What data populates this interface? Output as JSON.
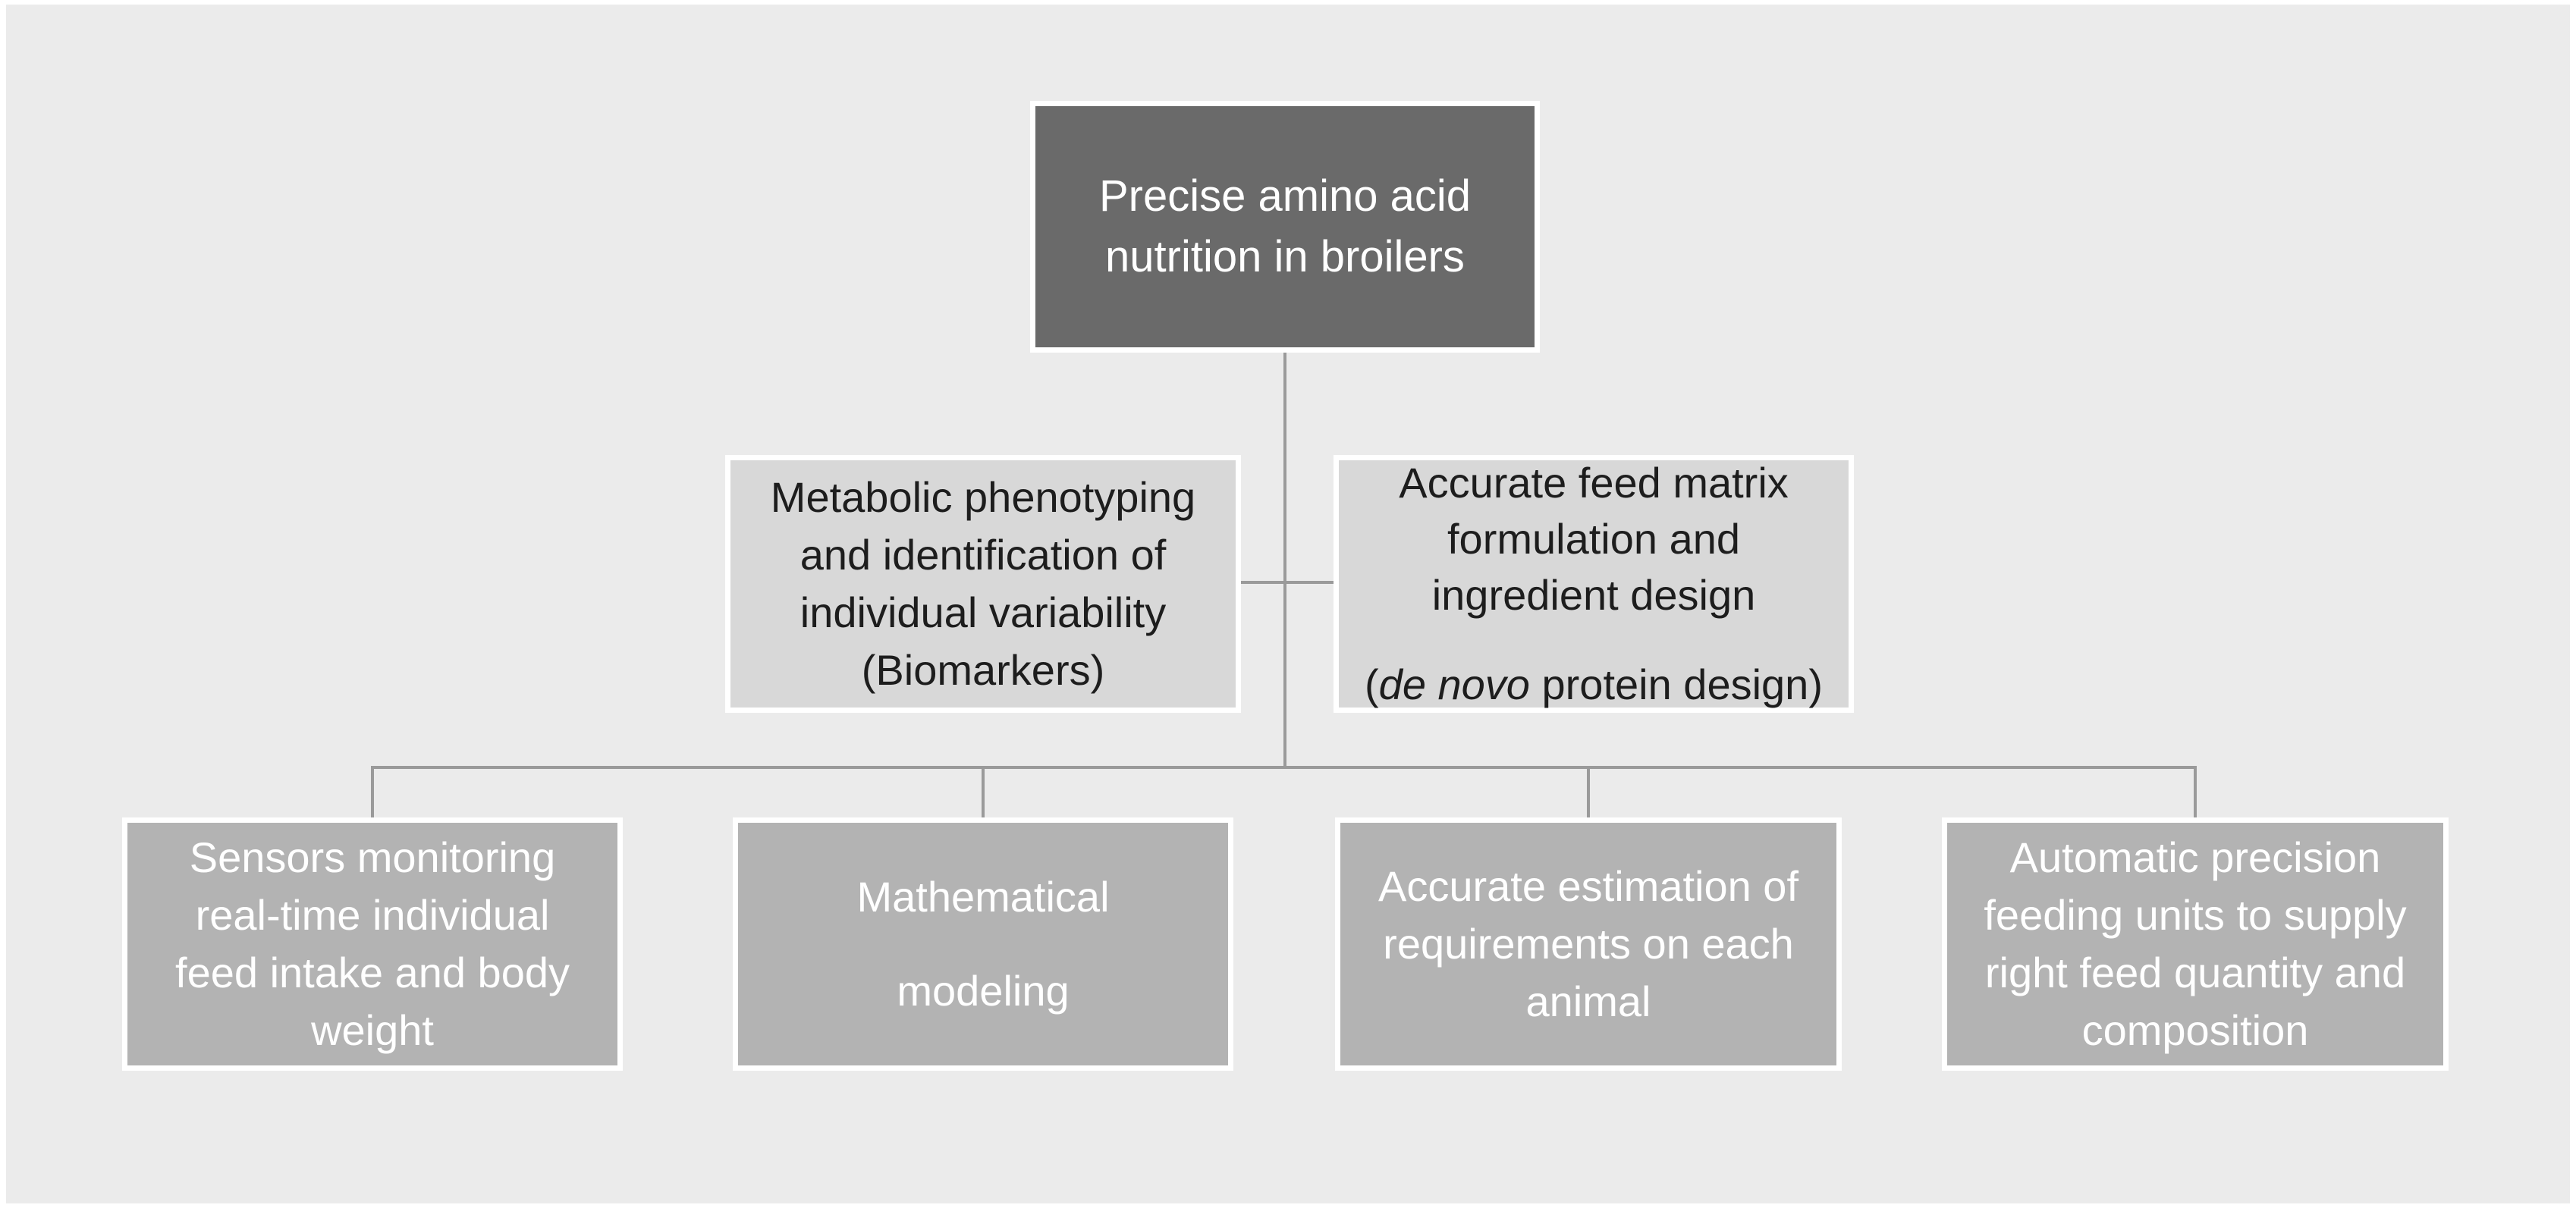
{
  "figure": {
    "background_color": "#ebebeb",
    "connector_color": "#9a9a9a",
    "root": {
      "label": "Precise amino acid nutrition in broilers",
      "bg": "#6a6a6a",
      "text_color": "#ffffff",
      "lines": [
        "Precise amino acid",
        "nutrition in broilers"
      ]
    },
    "level2": {
      "left": {
        "label": "Metabolic phenotyping and identification of individual variability (Biomarkers)",
        "bg": "#d8d8d8",
        "text_color": "#1d1d1d",
        "lines": [
          "Metabolic phenotyping",
          "and identification of",
          "individual variability",
          "(Biomarkers)"
        ]
      },
      "right": {
        "label": "Accurate feed matrix formulation and ingredient design (de novo protein design)",
        "bg": "#d8d8d8",
        "text_color": "#1d1d1d",
        "lines": [
          "Accurate feed matrix",
          "formulation and",
          "ingredient design"
        ],
        "last_line": {
          "prefix": "(",
          "italic": "de novo",
          "suffix": " protein design)"
        }
      }
    },
    "level3_bg": "#b3b3b3",
    "level3_text_color": "#ffffff",
    "level3": [
      {
        "label": "Sensors monitoring real-time individual feed intake and body weight",
        "lines": [
          "Sensors monitoring",
          "real-time individual",
          "feed intake and body",
          "weight"
        ]
      },
      {
        "label": "Mathematical modeling",
        "lines": [
          "Mathematical",
          "modeling"
        ]
      },
      {
        "label": "Accurate estimation of requirements on each animal",
        "lines": [
          "Accurate estimation of",
          "requirements on each",
          "animal"
        ]
      },
      {
        "label": "Automatic precision feeding units to supply right feed quantity and composition",
        "lines": [
          "Automatic precision",
          "feeding units to supply",
          "right feed quantity and",
          "composition"
        ]
      }
    ]
  }
}
